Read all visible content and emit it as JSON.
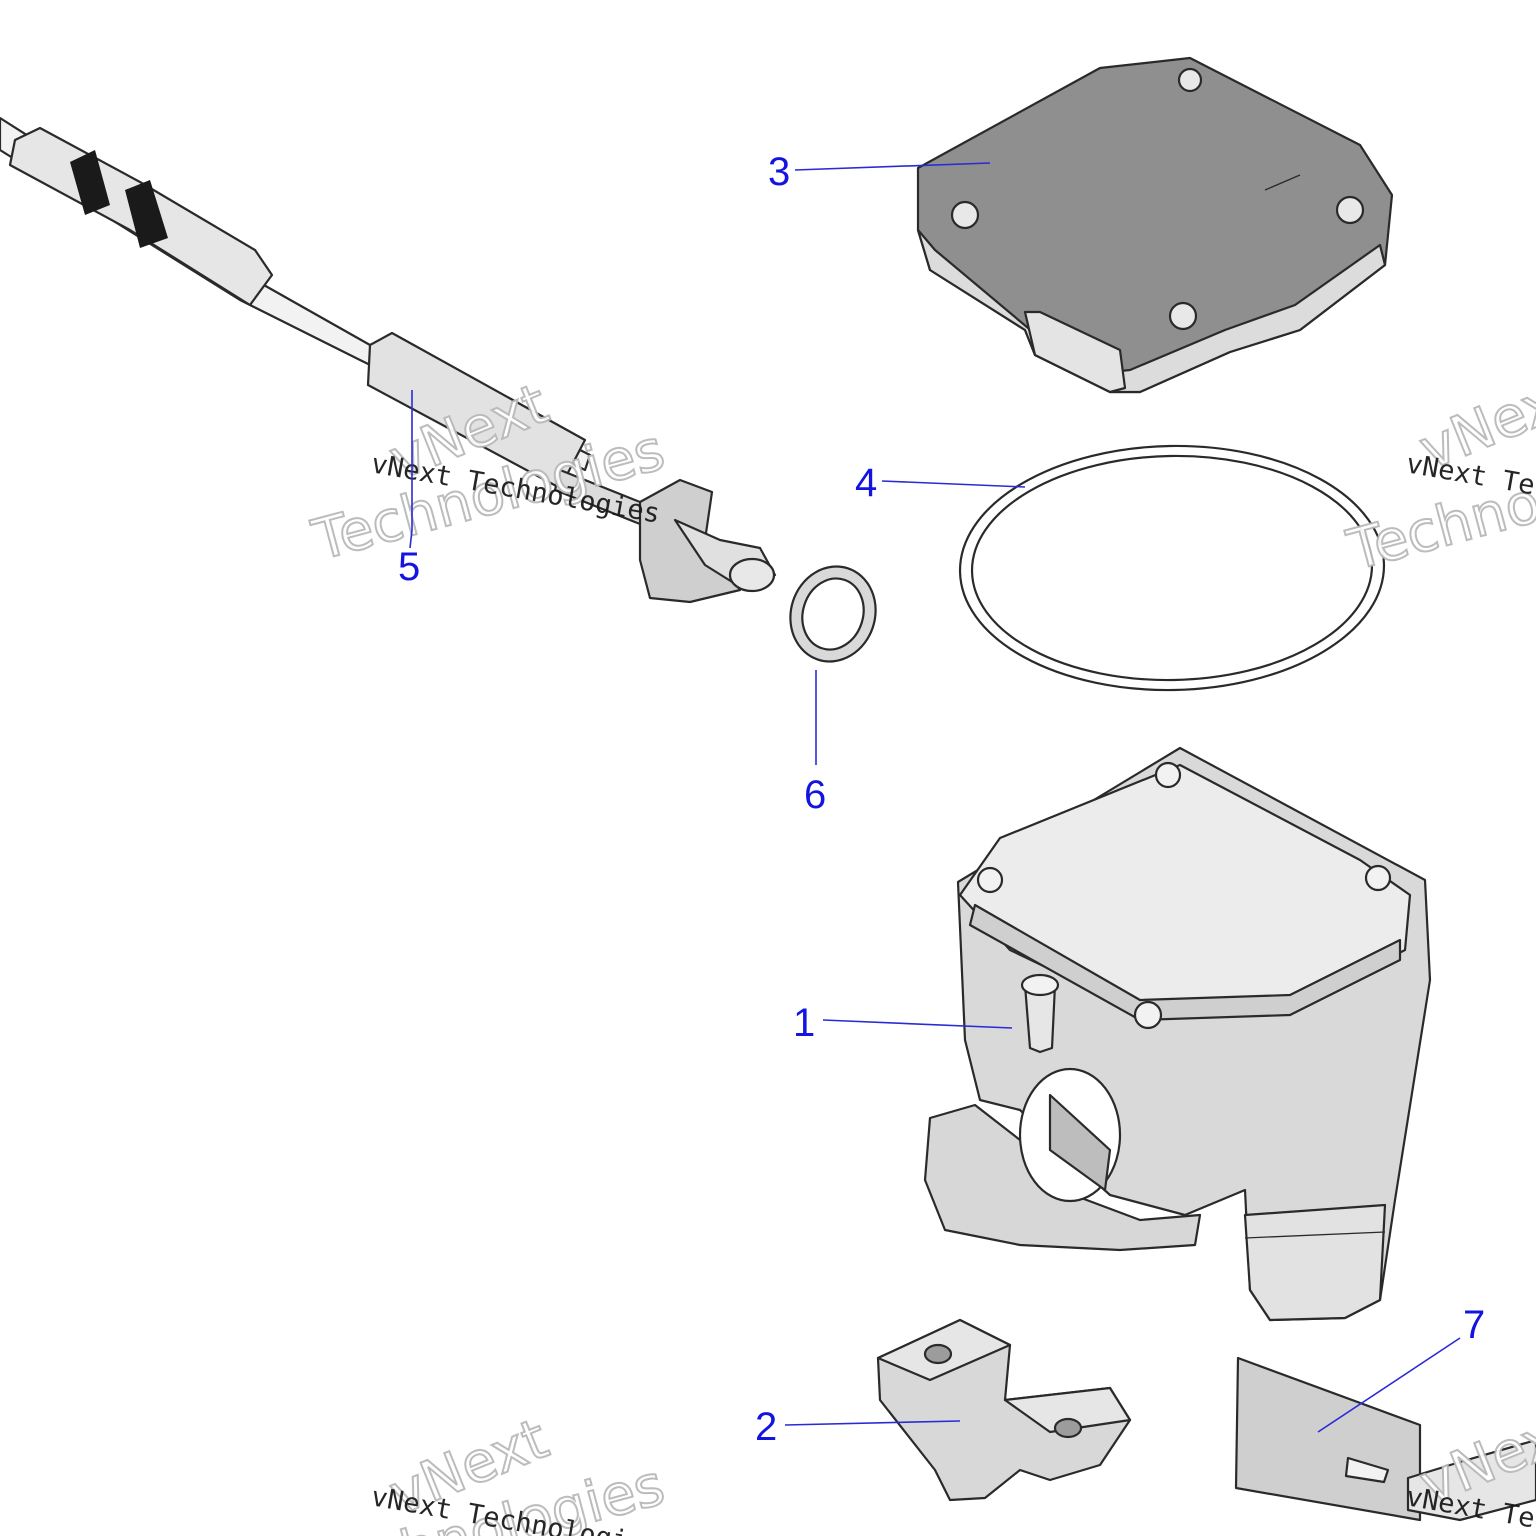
{
  "callouts": [
    {
      "id": "1",
      "label": "1"
    },
    {
      "id": "2",
      "label": "2"
    },
    {
      "id": "3",
      "label": "3"
    },
    {
      "id": "4",
      "label": "4"
    },
    {
      "id": "5",
      "label": "5"
    },
    {
      "id": "6",
      "label": "6"
    },
    {
      "id": "7",
      "label": "7"
    }
  ],
  "watermark": {
    "line": "vNext Technologies",
    "big_1": "vNext",
    "big_2": "Technologies"
  },
  "colors": {
    "callout": "#1414e0",
    "part_fill": "#d9d9d9",
    "part_shade": "#a8a8a8",
    "cover_fill": "#8f8f8f"
  }
}
